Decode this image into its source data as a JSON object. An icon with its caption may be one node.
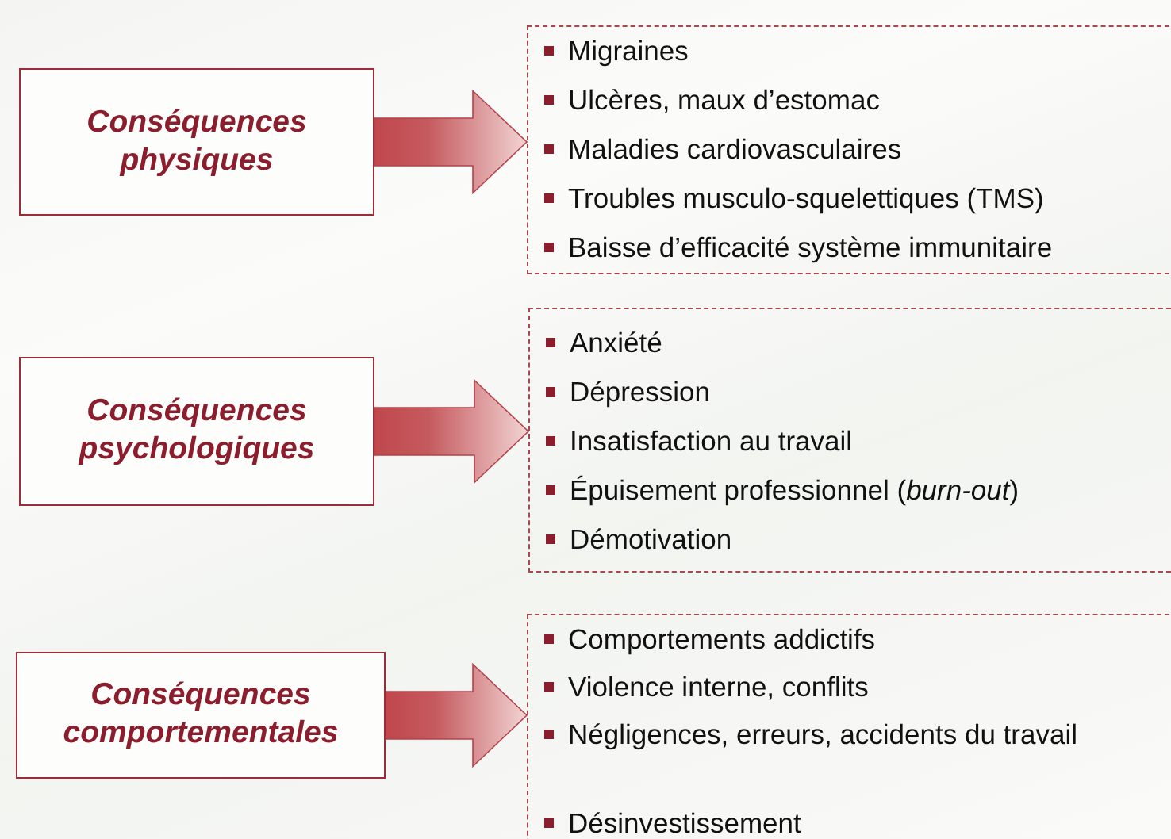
{
  "diagram": {
    "nodes": [
      {
        "text": [
          "Conséquences physiques"
        ]
      },
      {
        "text": [
          "Migraines",
          "Ulcères, maux d’estomac",
          "Maladies cardiovasculaires",
          "Troubles musculo-squelettiques (TMS)",
          "Baisse d’efficacité système immunitaire"
        ]
      },
      {
        "text": [
          "Conséquences psychologiques"
        ]
      },
      {
        "text": [
          "Anxiété",
          "Dépression",
          "Insatisfaction au travail",
          "Épuisement professionnel (*burn-out*)",
          "Démotivation"
        ]
      },
      {
        "text": [
          "Conséquences comportementales"
        ]
      },
      {
        "text": [
          "Comportements addictifs",
          "Violence interne, conflits",
          "Négligences, erreurs, accidents du travail",
          "Désinvestissement"
        ]
      }
    ],
    "edges": [
      {
        "from": 0,
        "to": 1,
        "arrow": "to",
        "style": "thick"
      },
      {
        "from": 2,
        "to": 3,
        "arrow": "to",
        "style": "thick"
      },
      {
        "from": 4,
        "to": 5,
        "arrow": "to",
        "style": "thick"
      }
    ]
  }
}
